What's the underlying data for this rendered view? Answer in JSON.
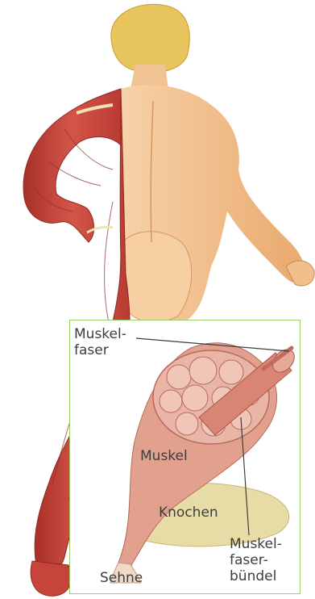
{
  "labels": {
    "muskelfaser": [
      "Muskel-",
      "faser"
    ],
    "muskel": "Muskel",
    "knochen": "Knochen",
    "sehne": "Sehne",
    "muskelfaserbuendel": [
      "Muskel-",
      "faser-",
      "bündel"
    ]
  },
  "colors": {
    "muscle_red": "#c7443a",
    "muscle_dark": "#8f2a24",
    "skin": "#f4c79a",
    "skin_shadow": "#d9955e",
    "hair": "#e8c45c",
    "muscle_pink": "#e2a08f",
    "bone": "#e8dca6",
    "inset_border": "#9ccf6a",
    "label_text": "#3d3d3d"
  }
}
